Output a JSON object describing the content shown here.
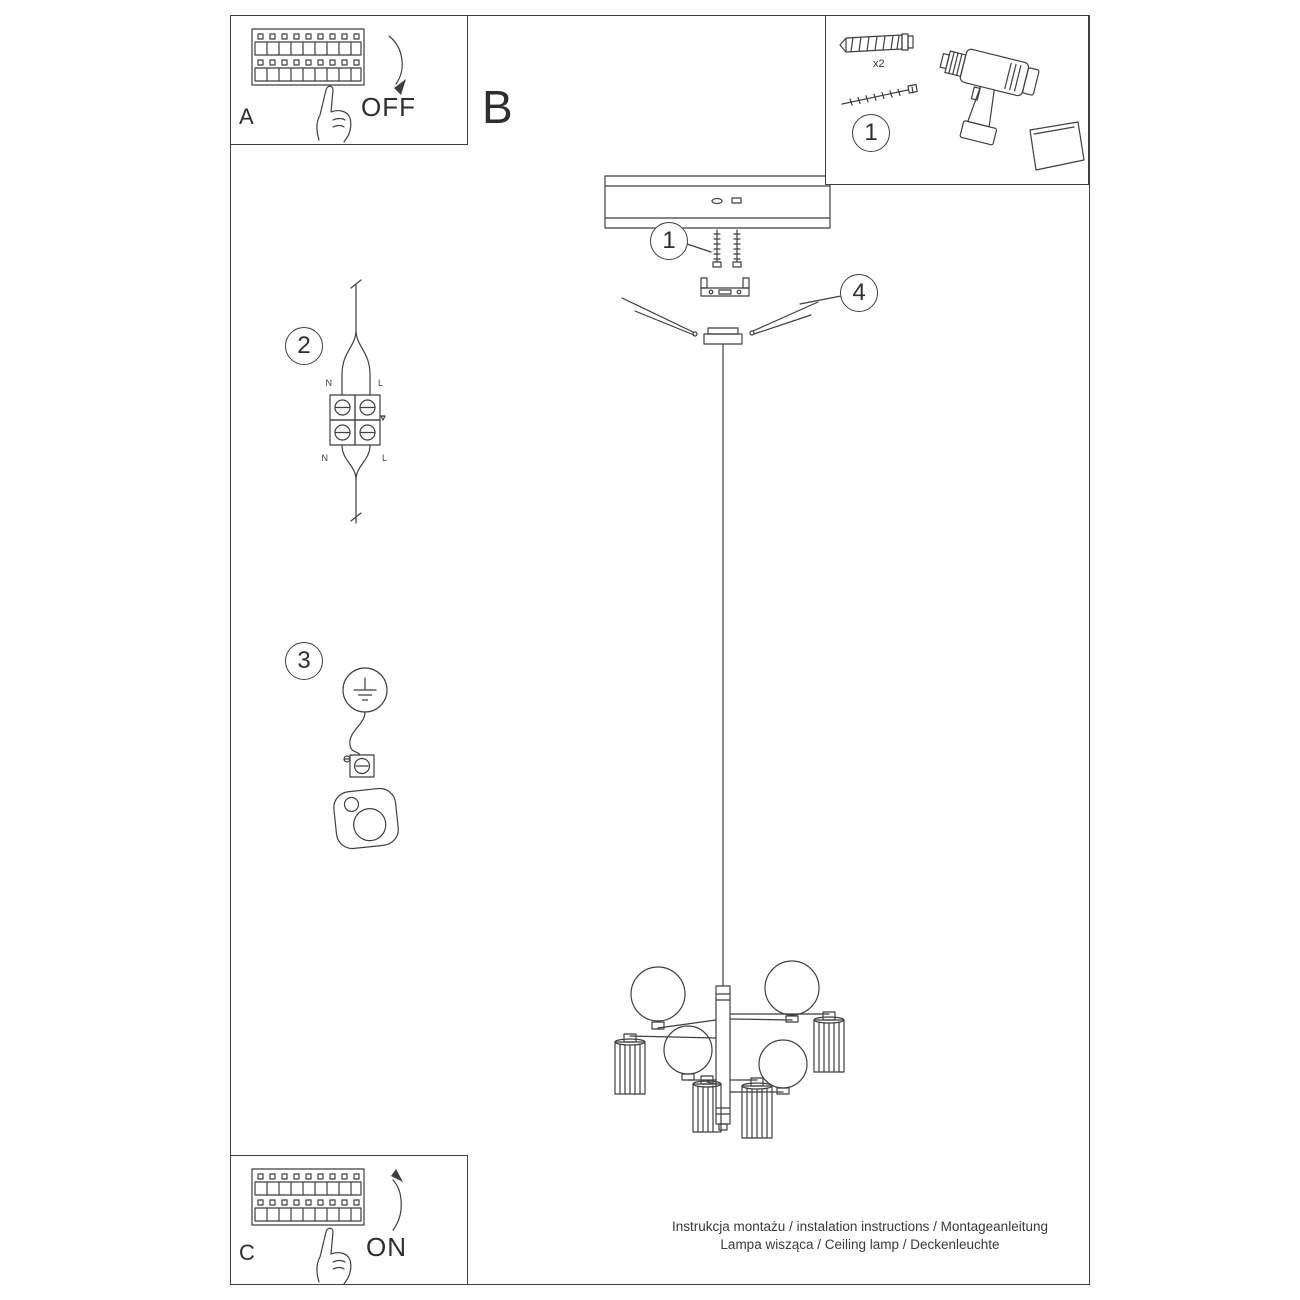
{
  "page": {
    "bg": "#ffffff",
    "ink": "#3f3f3f"
  },
  "panel_a": {
    "label": "A",
    "action": "OFF"
  },
  "section_b": {
    "label": "B"
  },
  "tools_box": {
    "step": "1",
    "plug_qty": "x2"
  },
  "step_screws": {
    "step": "1"
  },
  "step_bracket": {
    "step": "4"
  },
  "step_wiring": {
    "step": "2",
    "n_top": "N",
    "l_top": "L",
    "n_bottom": "N",
    "l_bottom": "L"
  },
  "step_ground": {
    "step": "3"
  },
  "panel_c": {
    "label": "C",
    "action": "ON"
  },
  "footer": {
    "line1": "Instrukcja montażu / instalation instructions / Montageanleitung",
    "line2": "Lampa wisząca / Ceiling lamp / Deckenleuchte"
  }
}
